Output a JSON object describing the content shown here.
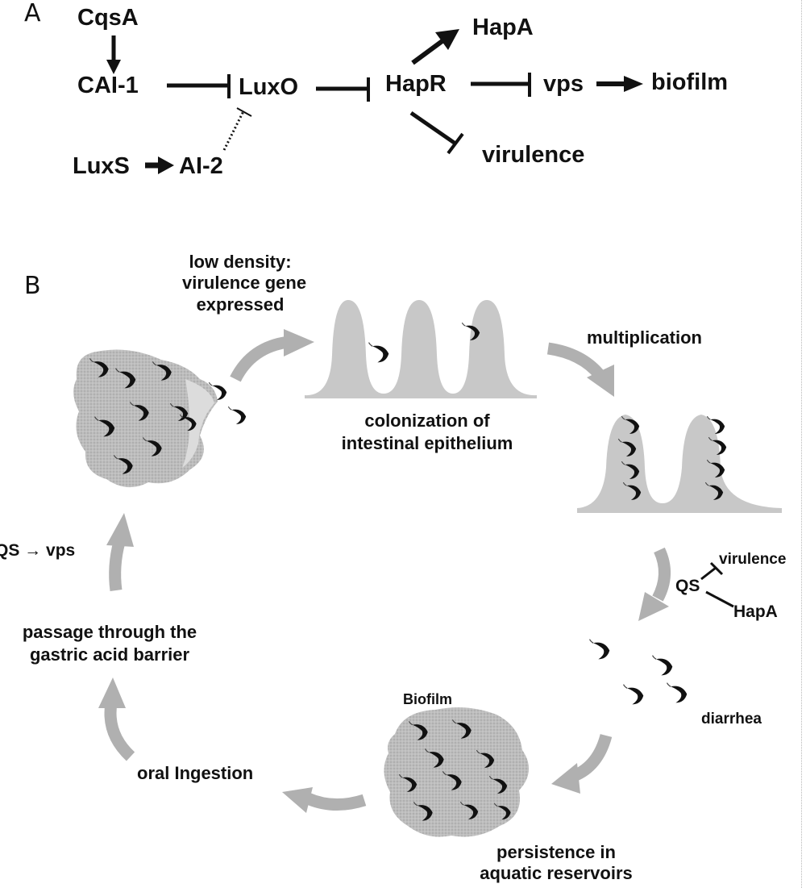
{
  "panel_a": {
    "letter": "A",
    "nodes": {
      "cqsa": "CqsA",
      "cai1": "CAI-1",
      "luxo": "LuxO",
      "hapr": "HapR",
      "hapa": "HapA",
      "vps": "vps",
      "biofilm": "biofilm",
      "virulence": "virulence",
      "luxs": "LuxS",
      "ai2": "AI-2"
    }
  },
  "panel_b": {
    "letter": "B",
    "low_density": [
      "low density:",
      "virulence gene",
      "expressed"
    ],
    "colonization": [
      "colonization of",
      "intestinal epithelium"
    ],
    "multiplication": "multiplication",
    "qs_virulence": "virulence",
    "qs_label": "QS",
    "qs_hapa": "HapA",
    "diarrhea": "diarrhea",
    "biofilm": "Biofilm",
    "persistence": [
      "persistence in",
      "aquatic reservoirs"
    ],
    "oral_ingestion": "oral Ingestion",
    "gastric": [
      "passage through the",
      "gastric acid barrier"
    ],
    "qs_vps": "QS →  vps"
  },
  "colors": {
    "ink": "#111111",
    "cycle_arrow": "#b0b0b0",
    "tissue": "#c8c8c8",
    "biofilm_blob": "#b5b5b5"
  }
}
